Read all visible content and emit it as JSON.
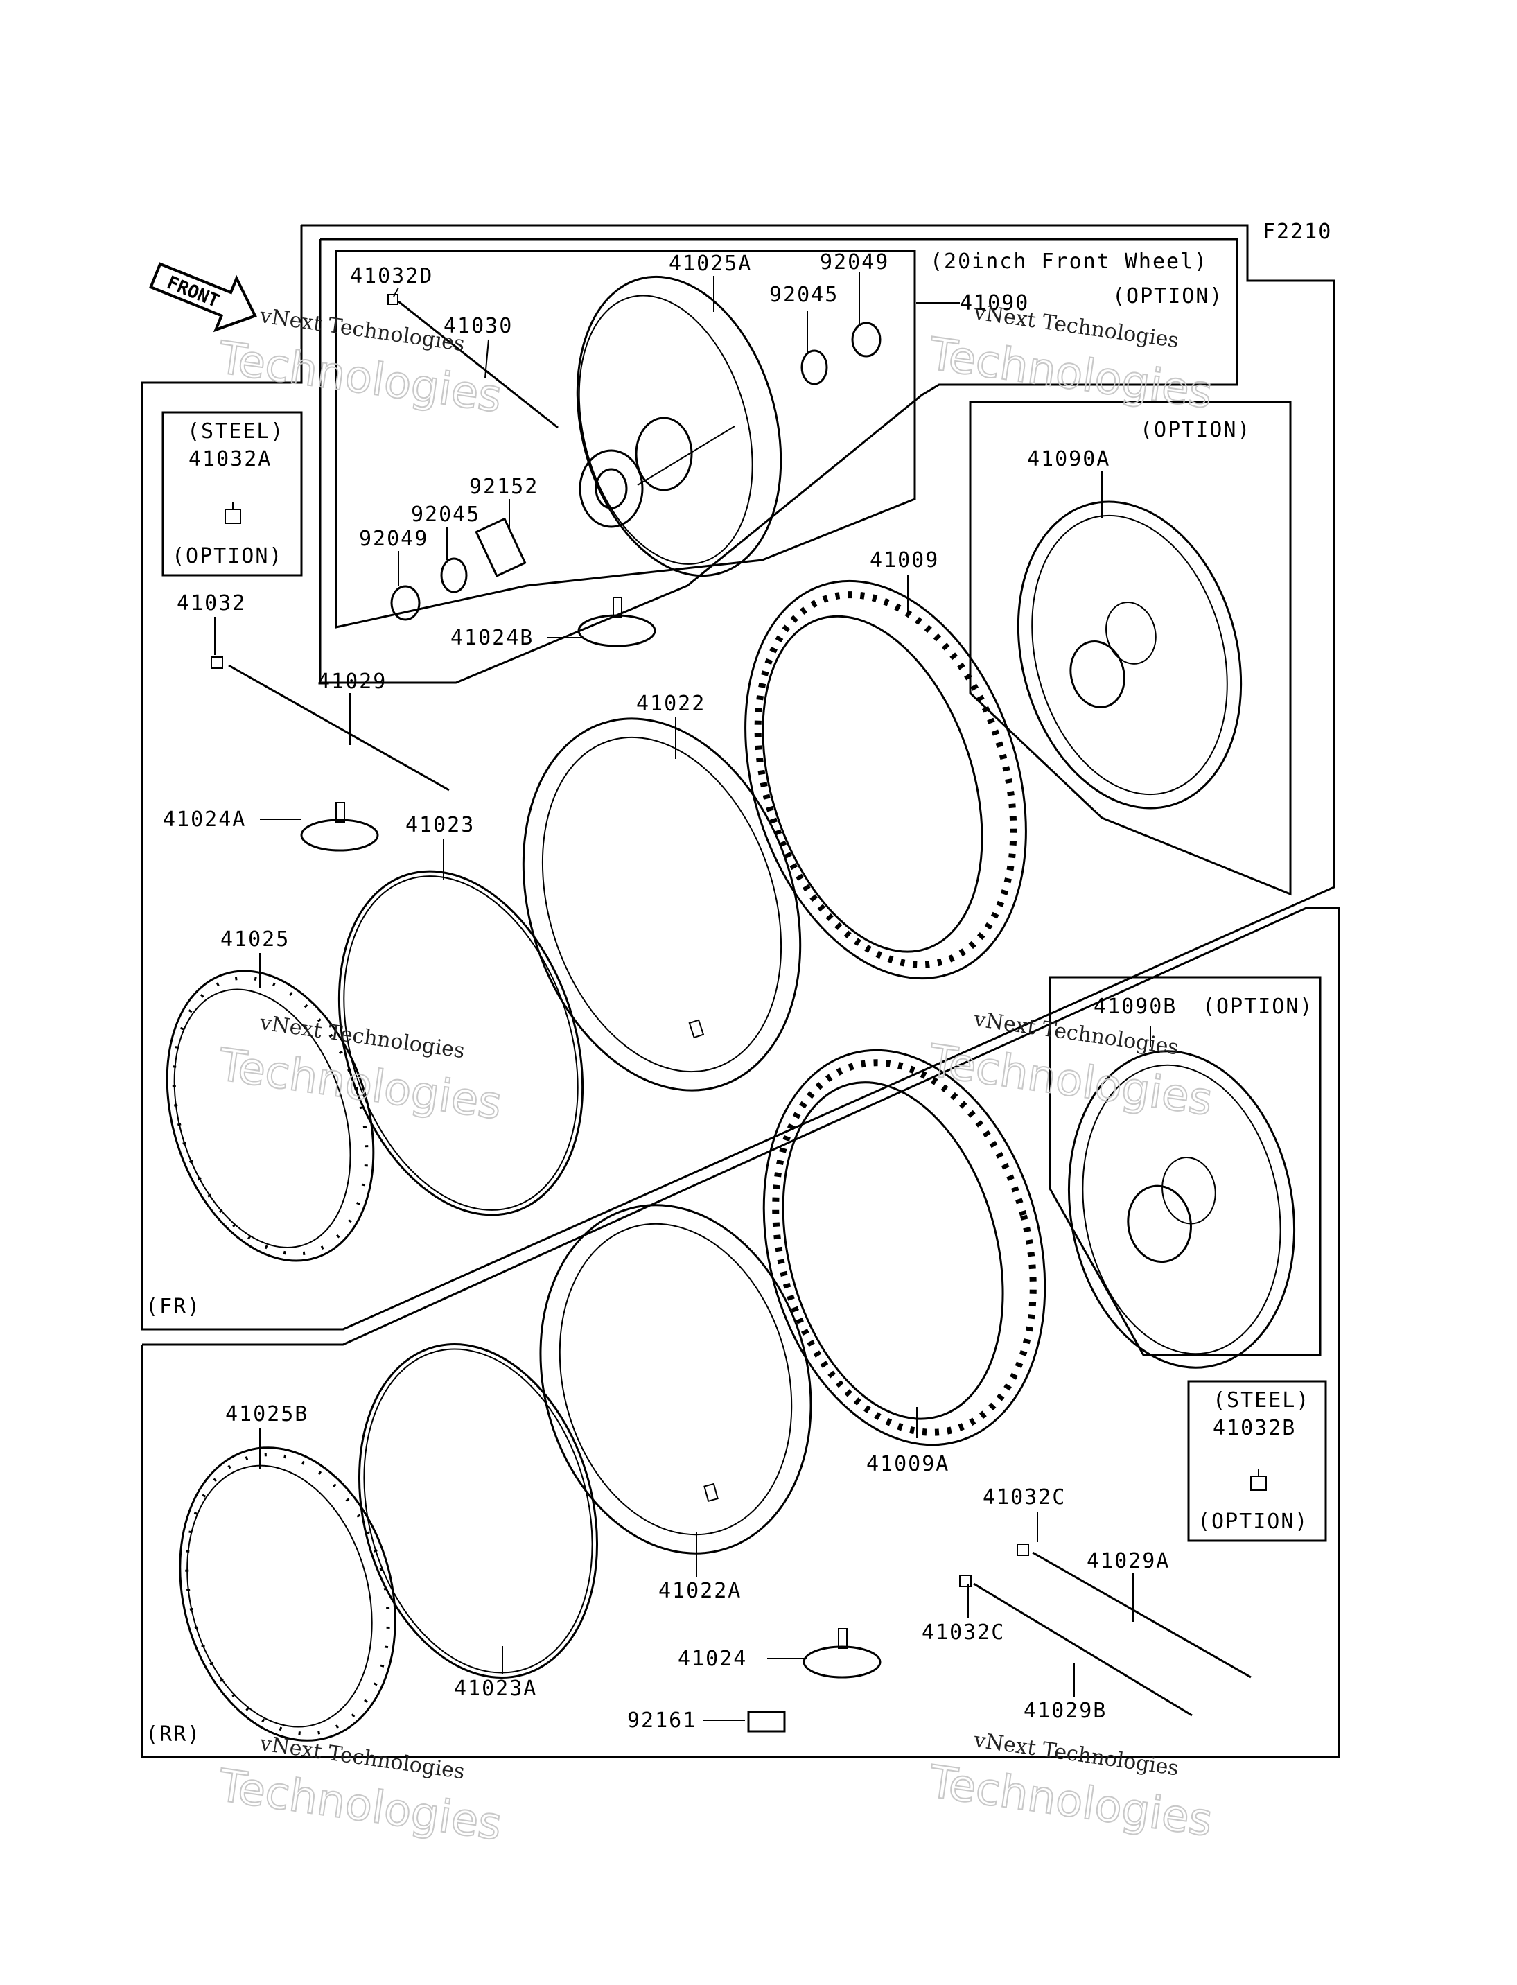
{
  "figure_code": "F2210",
  "front_arrow": "FRONT",
  "section_labels": {
    "front": "(FR)",
    "rear": "(RR)"
  },
  "option_box_front_20in": {
    "title": "(20inch Front Wheel)",
    "subtitle": "(OPTION)"
  },
  "steel_box_a": {
    "line1": "(STEEL)",
    "part": "41032A",
    "line3": "(OPTION)"
  },
  "steel_box_b": {
    "line1": "(STEEL)",
    "part": "41032B",
    "line3": "(OPTION)"
  },
  "option_labels": {
    "a": "(OPTION)",
    "b": "(OPTION)"
  },
  "watermark": {
    "line1": "vNext Technologies",
    "line2": "Technologies",
    "line3": "vNext"
  },
  "parts": {
    "p41032D": "41032D",
    "p41025A": "41025A",
    "p92049_top": "92049",
    "p92045_top": "92045",
    "p41030": "41030",
    "p41090": "41090",
    "p92152": "92152",
    "p92045_bot": "92045",
    "p92049_bot": "92049",
    "p41024B": "41024B",
    "p41009": "41009",
    "p41090A": "41090A",
    "p41032": "41032",
    "p41029": "41029",
    "p41022": "41022",
    "p41024A": "41024A",
    "p41023": "41023",
    "p41025": "41025",
    "p41090B": "41090B",
    "p41025B": "41025B",
    "p41009A": "41009A",
    "p41032C_a": "41032C",
    "p41029A": "41029A",
    "p41032C_b": "41032C",
    "p41022A": "41022A",
    "p41023A": "41023A",
    "p41024": "41024",
    "p41029B": "41029B",
    "p92161": "92161"
  }
}
